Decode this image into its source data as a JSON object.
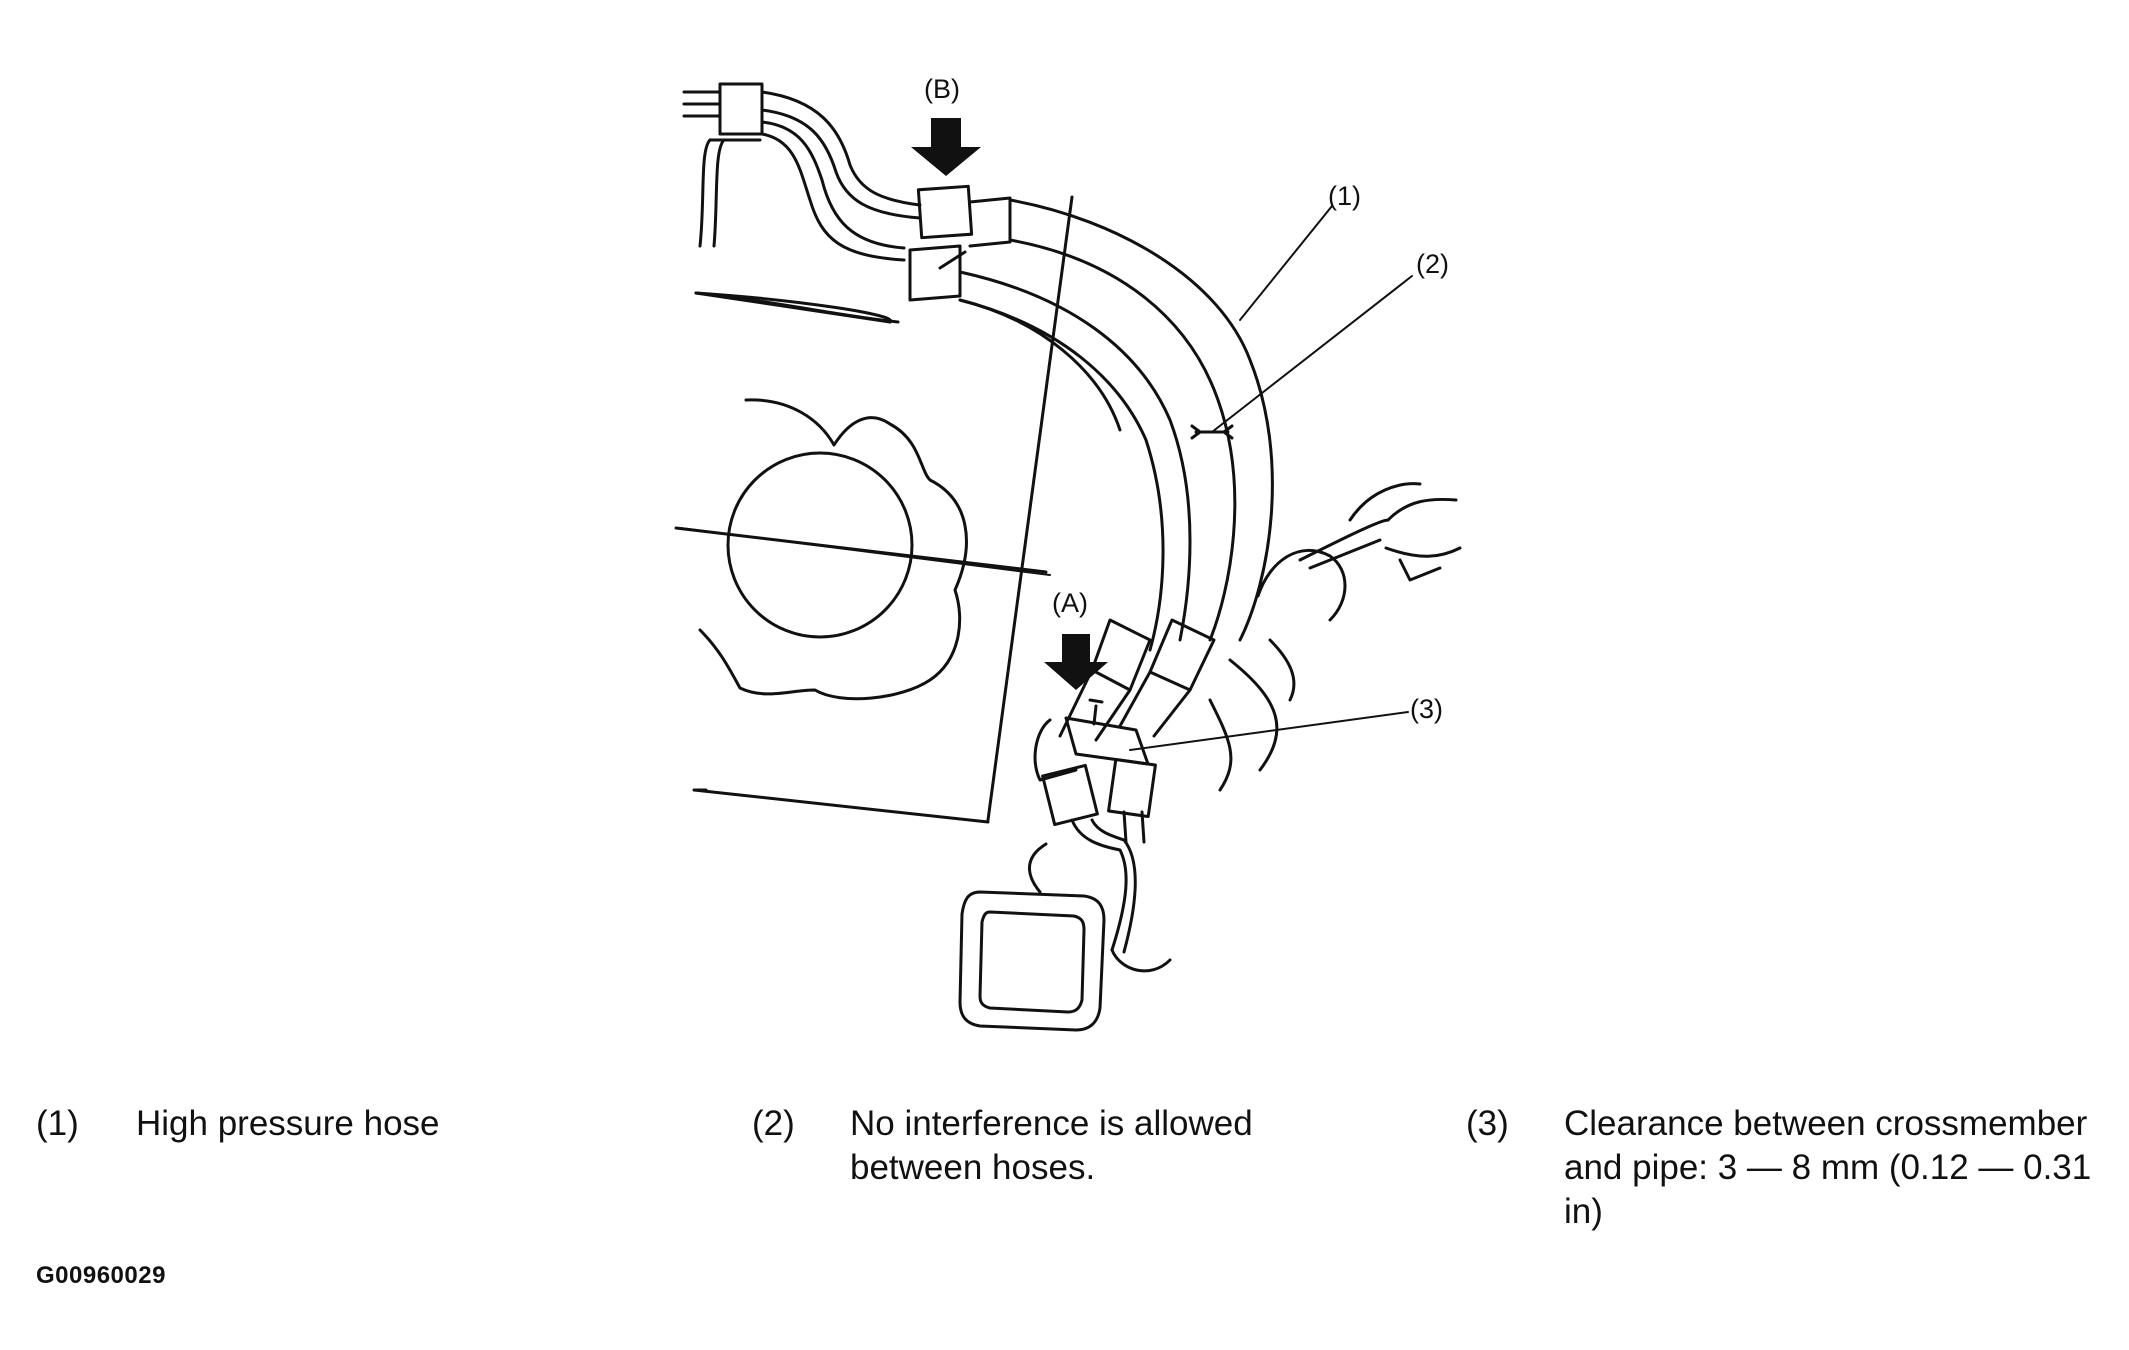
{
  "callouts": {
    "b": "(B)",
    "a": "(A)",
    "c1": "(1)",
    "c2": "(2)",
    "c3": "(3)"
  },
  "legend": [
    {
      "num": "(1)",
      "text": "High pressure hose"
    },
    {
      "num": "(2)",
      "text": "No interference is allowed between hoses."
    },
    {
      "num": "(3)",
      "text": "Clearance between crossmember and pipe: 3 — 8 mm (0.12 — 0.31 in)"
    }
  ],
  "figure_code": "G00960029"
}
